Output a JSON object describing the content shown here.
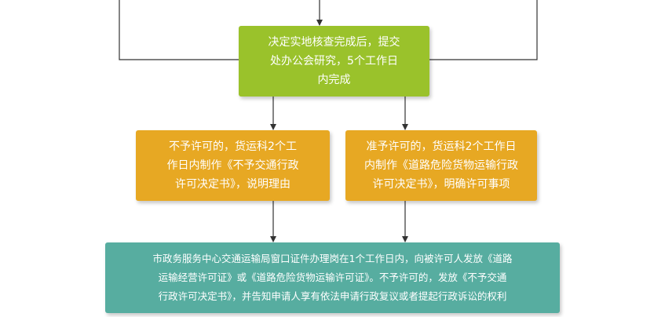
{
  "diagram": {
    "nodes": {
      "review": "决定实地核查完成后，提交\n处办公会研究，5个工作日\n内完成",
      "deny": "不予许可的，货运科2个工\n作日内制作《不予交通行政\n许可决定书》，说明理由",
      "approve": "准予许可的，货运科2个工作日\n内制作《道路危险货物运输行政\n许可决定书》，明确许可事项",
      "issue": "市政务服务中心交通运输局窗口证件办理岗在1个工作日内，向被许可人发放《道路\n运输经营许可证》或《道路危险货物运输许可证》。不予许可的，发放《不予交通\n行政许可决定书》，并告知申请人享有依法申请行政复议或者提起行政诉讼的权利"
    },
    "colors": {
      "review": "#9ac22b",
      "decision": "#e7a823",
      "issue": "#57ada0",
      "line": "#333333"
    }
  }
}
